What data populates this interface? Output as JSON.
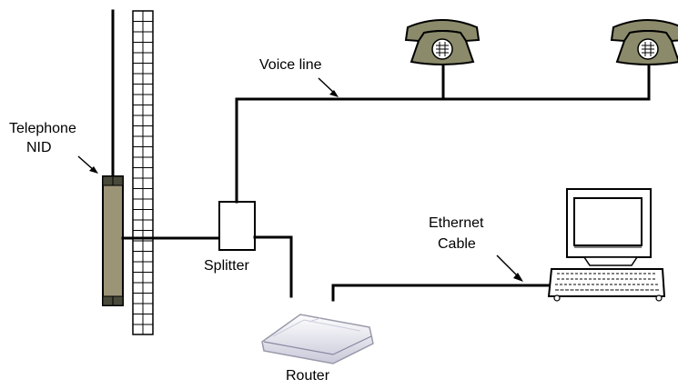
{
  "labels": {
    "telephone_nid": [
      "Telephone",
      "NID"
    ],
    "voice_line": "Voice line",
    "splitter": "Splitter",
    "ethernet_cable": [
      "Ethernet",
      "Cable"
    ],
    "router": "Router"
  },
  "colors": {
    "phone_body": "#8b8b6b",
    "nid_box": "#9c9477",
    "router_body": "#ededf5",
    "monitor_screen": "#ffffff",
    "line": "#000000"
  },
  "icons": [
    "telephone-icon",
    "computer-icon",
    "router-icon",
    "splitter-box",
    "nid-box"
  ]
}
